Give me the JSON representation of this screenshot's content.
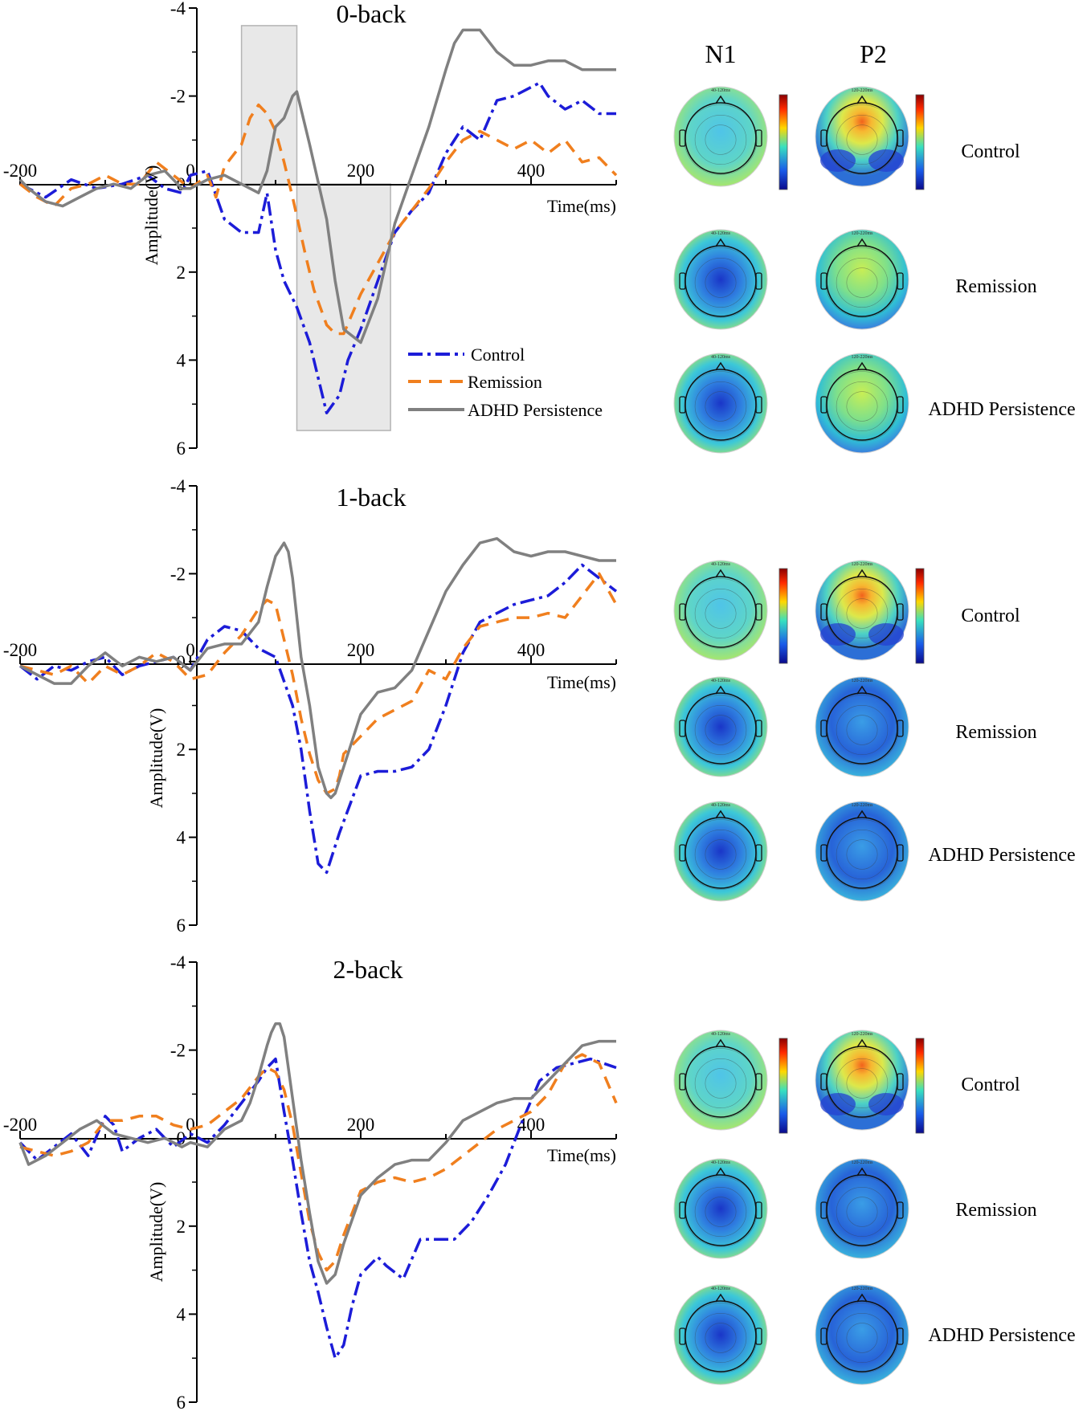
{
  "topo_headers": [
    "N1",
    "P2"
  ],
  "group_labels": [
    "Control",
    "Remission",
    "ADHD Persistence"
  ],
  "topo_map_labels": [
    "40-120ms",
    "120-220ms"
  ],
  "colors": {
    "control": "#1c1cd8",
    "remission": "#f07f1e",
    "adhd": "#808080",
    "shade": "#e8e8e8",
    "axis": "#000000"
  },
  "chart_data": [
    {
      "type": "line",
      "title": "0-back",
      "xlabel": "Time(ms)",
      "ylabel": "Amplitude(V)",
      "xlim": [
        -200,
        500
      ],
      "ylim": [
        6,
        -4
      ],
      "y_inverted": true,
      "xticks": [
        "-200",
        "0",
        "200",
        "400"
      ],
      "yticks": [
        "-4",
        "-2",
        "0",
        "2",
        "4",
        "6"
      ],
      "legend": {
        "position": "lower-right",
        "entries": [
          "Control",
          "Remission",
          "ADHD Persistence"
        ]
      },
      "highlight_windows": [
        {
          "x": [
            60,
            125
          ],
          "y": [
            -3.6,
            0
          ]
        },
        {
          "x": [
            125,
            235
          ],
          "y": [
            0,
            5.6
          ]
        }
      ],
      "series": [
        {
          "name": "Control",
          "style": "dashdot",
          "x": [
            -200,
            -170,
            -140,
            -110,
            -80,
            -50,
            -30,
            -10,
            0,
            20,
            40,
            60,
            80,
            90,
            100,
            110,
            125,
            140,
            155,
            160,
            175,
            185,
            200,
            220,
            240,
            260,
            280,
            300,
            320,
            340,
            360,
            380,
            400,
            410,
            420,
            440,
            460,
            480,
            500
          ],
          "y": [
            0,
            0.3,
            -0.1,
            0.1,
            0,
            -0.2,
            0.1,
            0.2,
            -0.2,
            -0.3,
            0.8,
            1.1,
            1.1,
            0.2,
            1.5,
            2.2,
            2.8,
            3.6,
            4.8,
            5.2,
            4.8,
            4.0,
            3.3,
            2.2,
            1.1,
            0.6,
            0.2,
            -0.7,
            -1.3,
            -1.0,
            -1.9,
            -2.0,
            -2.2,
            -2.3,
            -2.0,
            -1.7,
            -1.9,
            -1.6,
            -1.6
          ]
        },
        {
          "name": "Remission",
          "style": "dashed",
          "x": [
            -200,
            -180,
            -160,
            -140,
            -120,
            -100,
            -80,
            -60,
            -40,
            -20,
            0,
            20,
            30,
            40,
            60,
            70,
            80,
            90,
            100,
            110,
            120,
            135,
            145,
            160,
            170,
            180,
            200,
            220,
            240,
            260,
            280,
            300,
            320,
            340,
            360,
            380,
            400,
            420,
            440,
            460,
            480,
            500
          ],
          "y": [
            0,
            0.3,
            0.5,
            0.1,
            0,
            -0.2,
            0,
            0,
            -0.5,
            -0.2,
            0.1,
            -0.2,
            0.3,
            -0.4,
            -0.9,
            -1.5,
            -1.8,
            -1.6,
            -1.2,
            -0.5,
            0.3,
            1.6,
            2.4,
            3.2,
            3.4,
            3.4,
            2.5,
            1.8,
            1.1,
            0.6,
            0.1,
            -0.5,
            -1.0,
            -1.2,
            -1.0,
            -0.8,
            -1.0,
            -0.7,
            -1.0,
            -0.5,
            -0.6,
            -0.2
          ]
        },
        {
          "name": "ADHD Persistence",
          "style": "solid",
          "x": [
            -200,
            -190,
            -170,
            -150,
            -130,
            -110,
            -90,
            -70,
            -50,
            -30,
            -10,
            0,
            20,
            40,
            60,
            70,
            80,
            90,
            95,
            100,
            110,
            120,
            125,
            140,
            160,
            170,
            180,
            200,
            220,
            240,
            260,
            280,
            300,
            310,
            320,
            340,
            360,
            380,
            400,
            420,
            440,
            460,
            480,
            500
          ],
          "y": [
            -0.1,
            0.1,
            0.4,
            0.5,
            0.3,
            0.1,
            0,
            0.1,
            -0.2,
            -0.3,
            0.1,
            0.1,
            -0.1,
            -0.2,
            0,
            0.1,
            0.2,
            -0.3,
            -0.8,
            -1.3,
            -1.5,
            -2.0,
            -2.1,
            -0.9,
            0.8,
            2.2,
            3.3,
            3.6,
            2.6,
            0.9,
            -0.2,
            -1.3,
            -2.6,
            -3.2,
            -3.5,
            -3.5,
            -3.0,
            -2.7,
            -2.7,
            -2.8,
            -2.8,
            -2.6,
            -2.6,
            -2.6
          ]
        }
      ]
    },
    {
      "type": "line",
      "title": "1-back",
      "xlabel": "Time(ms)",
      "ylabel": "Amplitude(V)",
      "xlim": [
        -200,
        500
      ],
      "ylim": [
        6,
        -4
      ],
      "y_inverted": true,
      "xticks": [
        "-200",
        "0",
        "200",
        "400"
      ],
      "yticks": [
        "-4",
        "-2",
        "0",
        "2",
        "4",
        "6"
      ],
      "series": [
        {
          "name": "Control",
          "style": "dashdot",
          "x": [
            -200,
            -180,
            -160,
            -140,
            -120,
            -100,
            -80,
            -60,
            -40,
            -20,
            0,
            20,
            40,
            60,
            80,
            100,
            120,
            130,
            140,
            150,
            160,
            175,
            200,
            220,
            240,
            260,
            280,
            300,
            320,
            340,
            360,
            380,
            400,
            420,
            440,
            460,
            480,
            500
          ],
          "y": [
            0.1,
            0.4,
            0.1,
            0.2,
            0,
            -0.1,
            0.3,
            0.1,
            0,
            -0.1,
            0.2,
            -0.5,
            -0.8,
            -0.7,
            -0.3,
            -0.1,
            1.0,
            2.0,
            3.4,
            4.6,
            4.8,
            3.9,
            2.6,
            2.5,
            2.5,
            2.4,
            2.0,
            1.0,
            -0.2,
            -0.9,
            -1.1,
            -1.3,
            -1.4,
            -1.5,
            -1.8,
            -2.2,
            -1.9,
            -1.6
          ]
        },
        {
          "name": "Remission",
          "style": "dashed",
          "x": [
            -200,
            -180,
            -160,
            -140,
            -120,
            -100,
            -80,
            -60,
            -40,
            -20,
            0,
            20,
            40,
            60,
            80,
            90,
            100,
            110,
            120,
            130,
            140,
            150,
            160,
            170,
            175,
            180,
            200,
            220,
            240,
            260,
            280,
            300,
            320,
            340,
            360,
            380,
            400,
            420,
            440,
            460,
            480,
            500
          ],
          "y": [
            0.1,
            0.2,
            0.3,
            0.1,
            0.5,
            0.1,
            0.3,
            0.1,
            -0.2,
            0,
            0.4,
            0.3,
            -0.2,
            -0.6,
            -1.2,
            -1.4,
            -1.3,
            -0.5,
            0.3,
            1.3,
            2.1,
            2.7,
            3.0,
            2.9,
            2.6,
            2.1,
            1.7,
            1.3,
            1.1,
            0.9,
            0.2,
            0.4,
            -0.3,
            -0.8,
            -0.9,
            -1.0,
            -1.0,
            -1.1,
            -1.0,
            -1.5,
            -2.0,
            -1.3
          ]
        },
        {
          "name": "ADHD Persistence",
          "style": "solid",
          "x": [
            -200,
            -180,
            -160,
            -140,
            -120,
            -100,
            -80,
            -60,
            -40,
            -20,
            0,
            20,
            40,
            60,
            80,
            90,
            100,
            110,
            115,
            120,
            130,
            140,
            150,
            160,
            165,
            170,
            180,
            200,
            220,
            240,
            260,
            280,
            300,
            320,
            340,
            360,
            380,
            400,
            420,
            440,
            460,
            480,
            500
          ],
          "y": [
            0.1,
            0.3,
            0.5,
            0.5,
            0.1,
            -0.2,
            0.1,
            -0.1,
            0,
            -0.1,
            0.2,
            -0.3,
            -0.4,
            -0.4,
            -0.9,
            -1.7,
            -2.4,
            -2.7,
            -2.5,
            -1.9,
            -0.1,
            1.0,
            2.4,
            3.0,
            3.1,
            3.0,
            2.4,
            1.2,
            0.7,
            0.6,
            0.2,
            -0.7,
            -1.6,
            -2.2,
            -2.7,
            -2.8,
            -2.5,
            -2.4,
            -2.5,
            -2.5,
            -2.4,
            -2.3,
            -2.3
          ]
        }
      ]
    },
    {
      "type": "line",
      "title": "2-back",
      "xlabel": "Time(ms)",
      "ylabel": "Amplitude(V)",
      "xlim": [
        -200,
        500
      ],
      "ylim": [
        6,
        -4
      ],
      "y_inverted": true,
      "xticks": [
        "-200",
        "0",
        "200",
        "400"
      ],
      "yticks": [
        "-4",
        "-2",
        "0",
        "2",
        "4",
        "6"
      ],
      "series": [
        {
          "name": "Control",
          "style": "dashdot",
          "x": [
            -200,
            -180,
            -160,
            -140,
            -120,
            -100,
            -90,
            -80,
            -60,
            -40,
            -20,
            0,
            20,
            40,
            60,
            80,
            90,
            100,
            110,
            120,
            130,
            140,
            150,
            160,
            170,
            180,
            190,
            200,
            220,
            230,
            250,
            270,
            290,
            310,
            330,
            350,
            370,
            390,
            410,
            430,
            450,
            470,
            500
          ],
          "y": [
            0.1,
            0.5,
            0.2,
            -0.1,
            0.4,
            -0.5,
            -0.3,
            0.3,
            0,
            -0.2,
            0.2,
            -0.1,
            0.1,
            -0.3,
            -0.8,
            -1.3,
            -1.6,
            -1.8,
            -0.6,
            0.5,
            1.7,
            2.8,
            3.5,
            4.3,
            5.0,
            4.7,
            3.8,
            3.1,
            2.7,
            2.9,
            3.2,
            2.3,
            2.3,
            2.3,
            1.9,
            1.3,
            0.6,
            -0.4,
            -1.3,
            -1.6,
            -1.7,
            -1.8,
            -1.6
          ]
        },
        {
          "name": "Remission",
          "style": "dashed",
          "x": [
            -200,
            -180,
            -160,
            -140,
            -120,
            -100,
            -80,
            -60,
            -40,
            -20,
            0,
            20,
            40,
            60,
            80,
            90,
            100,
            110,
            120,
            130,
            140,
            150,
            160,
            170,
            180,
            200,
            220,
            240,
            260,
            280,
            300,
            320,
            340,
            360,
            380,
            400,
            420,
            440,
            460,
            480,
            500
          ],
          "y": [
            0.2,
            0.3,
            0.4,
            0.3,
            0.1,
            -0.4,
            -0.4,
            -0.5,
            -0.5,
            -0.3,
            -0.2,
            -0.3,
            -0.6,
            -0.9,
            -1.4,
            -1.6,
            -1.5,
            -1.1,
            -0.3,
            0.8,
            1.9,
            2.6,
            3.0,
            2.8,
            2.2,
            1.2,
            1.0,
            0.9,
            1.0,
            0.9,
            0.7,
            0.4,
            0.1,
            -0.2,
            -0.4,
            -0.6,
            -1.0,
            -1.7,
            -1.9,
            -1.7,
            -0.8
          ]
        },
        {
          "name": "ADHD Persistence",
          "style": "solid",
          "x": [
            -200,
            -190,
            -170,
            -150,
            -130,
            -110,
            -90,
            -70,
            -50,
            -30,
            -10,
            0,
            20,
            40,
            60,
            70,
            80,
            90,
            95,
            100,
            105,
            110,
            120,
            130,
            140,
            150,
            160,
            170,
            180,
            200,
            220,
            240,
            260,
            280,
            300,
            320,
            340,
            360,
            380,
            400,
            420,
            440,
            460,
            480,
            500
          ],
          "y": [
            0.1,
            0.6,
            0.4,
            0.1,
            -0.2,
            -0.4,
            -0.1,
            0,
            0.1,
            0,
            0.2,
            0.1,
            0.2,
            -0.2,
            -0.4,
            -0.8,
            -1.4,
            -2.1,
            -2.4,
            -2.6,
            -2.6,
            -2.3,
            -0.9,
            0.5,
            1.7,
            2.8,
            3.3,
            3.1,
            2.4,
            1.3,
            0.9,
            0.6,
            0.5,
            0.5,
            0.1,
            -0.4,
            -0.6,
            -0.8,
            -0.9,
            -0.9,
            -1.3,
            -1.7,
            -2.1,
            -2.2,
            -2.2
          ]
        }
      ]
    }
  ]
}
